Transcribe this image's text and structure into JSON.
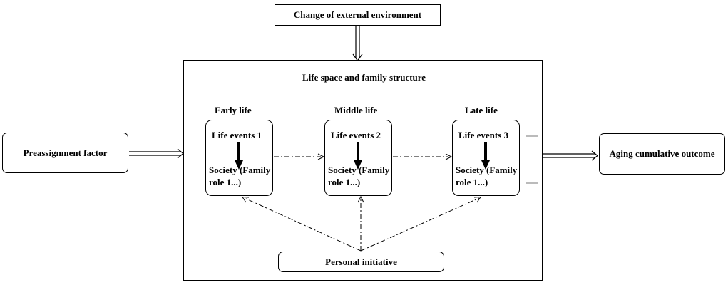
{
  "top_box": "Change of external environment",
  "frame_title": "Life space and family structure",
  "left_box": "Preassignment factor",
  "right_box": "Aging cumulative outcome",
  "bottom_box": "Personal initiative",
  "stages": [
    {
      "title": "Early life",
      "event": "Life events 1",
      "society_line1": "Society (Family",
      "society_line2": "role 1...)"
    },
    {
      "title": "Middle life",
      "event": "Life events 2",
      "society_line1": "Society (Family",
      "society_line2": "role 1...)"
    },
    {
      "title": "Late life",
      "event": "Life events 3",
      "society_line1": "Society (Family",
      "society_line2": "role 1...)"
    }
  ]
}
